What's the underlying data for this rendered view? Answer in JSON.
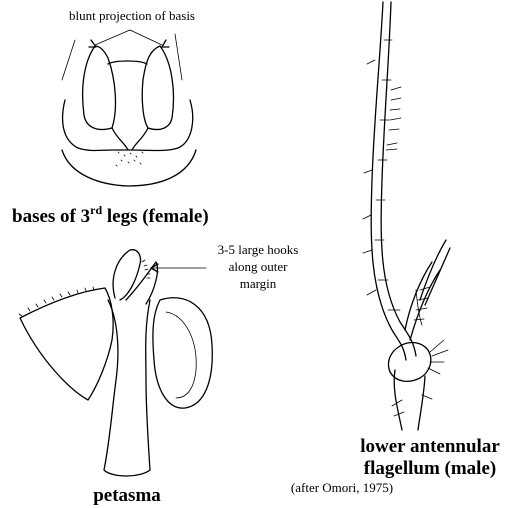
{
  "labels": {
    "blunt_projection": "blunt projection of basis",
    "bases_title_prefix": "bases of 3",
    "bases_title_sup": "rd",
    "bases_title_suffix": " legs (female)",
    "hooks_line1": "3-5 large hooks",
    "hooks_line2": "along outer",
    "hooks_line3": "margin",
    "petasma": "petasma",
    "antennular_line1": "lower antennular",
    "antennular_line2": "flagellum (male)",
    "citation": "(after Omori, 1975)"
  },
  "colors": {
    "ink": "#000000",
    "background": "#ffffff"
  }
}
